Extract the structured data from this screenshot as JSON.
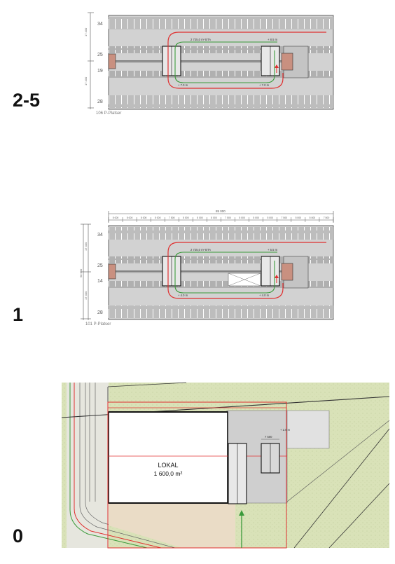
{
  "levels": [
    {
      "label": "2-5",
      "row_numbers": [
        "34",
        "25",
        "19",
        "28"
      ],
      "area_label": "2 725,0 m² BTA",
      "heights": {
        "top_right": "+ 8.5 m",
        "bottom_left": "+ 7.0 m",
        "bottom_right": "+ 7.0 m"
      },
      "side_dims": [
        "17 400",
        "17 400"
      ],
      "caption": "106 P-Platser"
    },
    {
      "label": "1",
      "row_numbers": [
        "34",
        "25",
        "14",
        "28"
      ],
      "area_label": "2 725,0 m² BTA",
      "heights": {
        "top_right": "+ 5.5 m",
        "bottom_left": "+ 4.0 m",
        "bottom_right": "+ 4.0 m"
      },
      "total_width": "85 000",
      "span_labels": [
        "5 000",
        "5 000",
        "5 000",
        "5 000",
        "7 500",
        "5 000",
        "5 000",
        "5 000",
        "7 500",
        "5 000",
        "5 000",
        "5 000",
        "7 500",
        "5 000",
        "5 000",
        "7 500"
      ],
      "side_dims": [
        "17 400",
        "58 500",
        "17 400"
      ],
      "caption": "101 P-Platser"
    },
    {
      "label": "0",
      "lokal_title": "LOKAL",
      "lokal_area": "1 600,0 m²",
      "height_note": "+ 2.0 m",
      "span_label": "7 500"
    }
  ],
  "colors": {
    "route_red": "#e03030",
    "route_green": "#3a9a3a",
    "site_green": "#d9e2b8",
    "plan_gray": "#cfcfcf",
    "stair_brown": "#c99080"
  }
}
